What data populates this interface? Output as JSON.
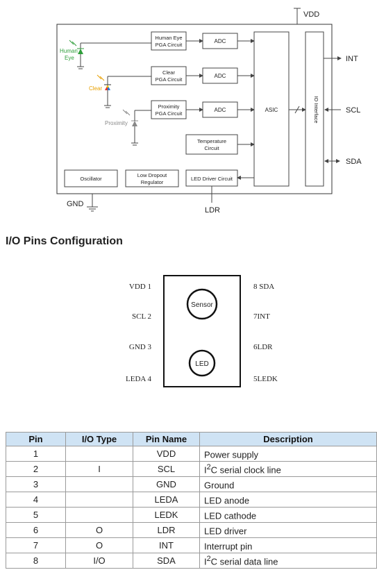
{
  "block_diagram": {
    "vdd": "VDD",
    "gnd": "GND",
    "ldr": "LDR",
    "int": "INT",
    "scl": "SCL",
    "sda": "SDA",
    "sensors": {
      "human_eye_l1": "Human",
      "human_eye_l2": "Eye",
      "clear": "Clear",
      "proximity": "Proximity"
    },
    "blocks": {
      "pga_human_l1": "Human Eye",
      "pga_human_l2": "PGA Circuit",
      "pga_clear_l1": "Clear",
      "pga_clear_l2": "PGA Circuit",
      "pga_prox_l1": "Proximity",
      "pga_prox_l2": "PGA Circuit",
      "adc": "ADC",
      "asic": "ASIC",
      "io_interface": "IO Interface",
      "temp_l1": "Temperature",
      "temp_l2": "Circuit",
      "oscillator": "Oscillator",
      "ldo_l1": "Low Dropout",
      "ldo_l2": "Regulator",
      "led_driver": "LED Driver Circuit"
    },
    "colors": {
      "human_eye": "#2e9e3a",
      "clear": "#e8a000",
      "proximity": "#888888"
    }
  },
  "section_title": "I/O Pins Configuration",
  "package": {
    "left_pins": [
      "VDD 1",
      "SCL 2",
      "GND 3",
      "LEDA 4"
    ],
    "right_pins": [
      "8 SDA",
      "7INT",
      "6LDR",
      "5LEDK"
    ],
    "sensor_label": "Sensor",
    "led_label": "LED"
  },
  "pin_table": {
    "headers": [
      "Pin",
      "I/O Type",
      "Pin Name",
      "Description"
    ],
    "rows": [
      {
        "pin": "1",
        "io": "",
        "name": "VDD",
        "desc_pre": "Power supply",
        "desc_sup": "",
        "desc_post": ""
      },
      {
        "pin": "2",
        "io": "I",
        "name": "SCL",
        "desc_pre": "I",
        "desc_sup": "2",
        "desc_post": "C serial clock line"
      },
      {
        "pin": "3",
        "io": "",
        "name": "GND",
        "desc_pre": "Ground",
        "desc_sup": "",
        "desc_post": ""
      },
      {
        "pin": "4",
        "io": "",
        "name": "LEDA",
        "desc_pre": "LED anode",
        "desc_sup": "",
        "desc_post": ""
      },
      {
        "pin": "5",
        "io": "",
        "name": "LEDK",
        "desc_pre": "LED cathode",
        "desc_sup": "",
        "desc_post": ""
      },
      {
        "pin": "6",
        "io": "O",
        "name": "LDR",
        "desc_pre": "LED driver",
        "desc_sup": "",
        "desc_post": ""
      },
      {
        "pin": "7",
        "io": "O",
        "name": "INT",
        "desc_pre": "Interrupt pin",
        "desc_sup": "",
        "desc_post": ""
      },
      {
        "pin": "8",
        "io": "I/O",
        "name": "SDA",
        "desc_pre": "I",
        "desc_sup": "2",
        "desc_post": "C serial data line"
      }
    ]
  }
}
